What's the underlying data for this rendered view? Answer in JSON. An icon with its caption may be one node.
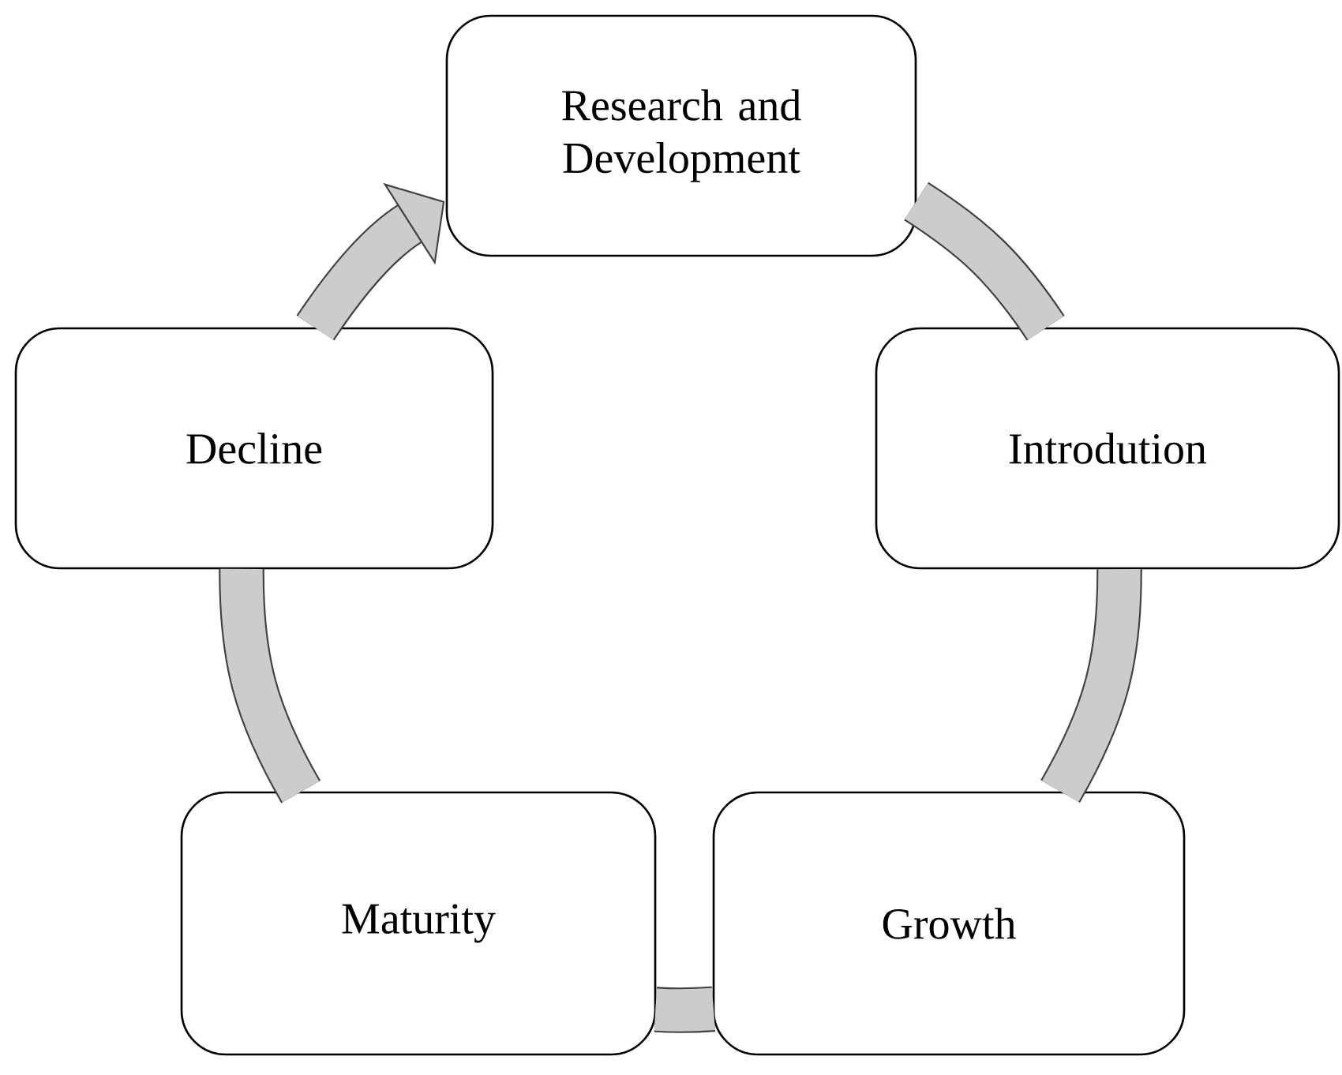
{
  "diagram": {
    "nodes": [
      {
        "text": [
          "Research and Development"
        ]
      },
      {
        "text": [
          "Introdution"
        ]
      },
      {
        "text": [
          "Growth"
        ]
      },
      {
        "text": [
          "Maturity"
        ]
      },
      {
        "text": [
          "Decline"
        ]
      }
    ],
    "edges": [
      {
        "from": 0,
        "to": 1,
        "arrow": "none"
      },
      {
        "from": 1,
        "to": 2,
        "arrow": "none"
      },
      {
        "from": 2,
        "to": 3,
        "arrow": "none"
      },
      {
        "from": 3,
        "to": 4,
        "arrow": "none"
      },
      {
        "from": 4,
        "to": 0,
        "arrow": "to"
      }
    ]
  }
}
